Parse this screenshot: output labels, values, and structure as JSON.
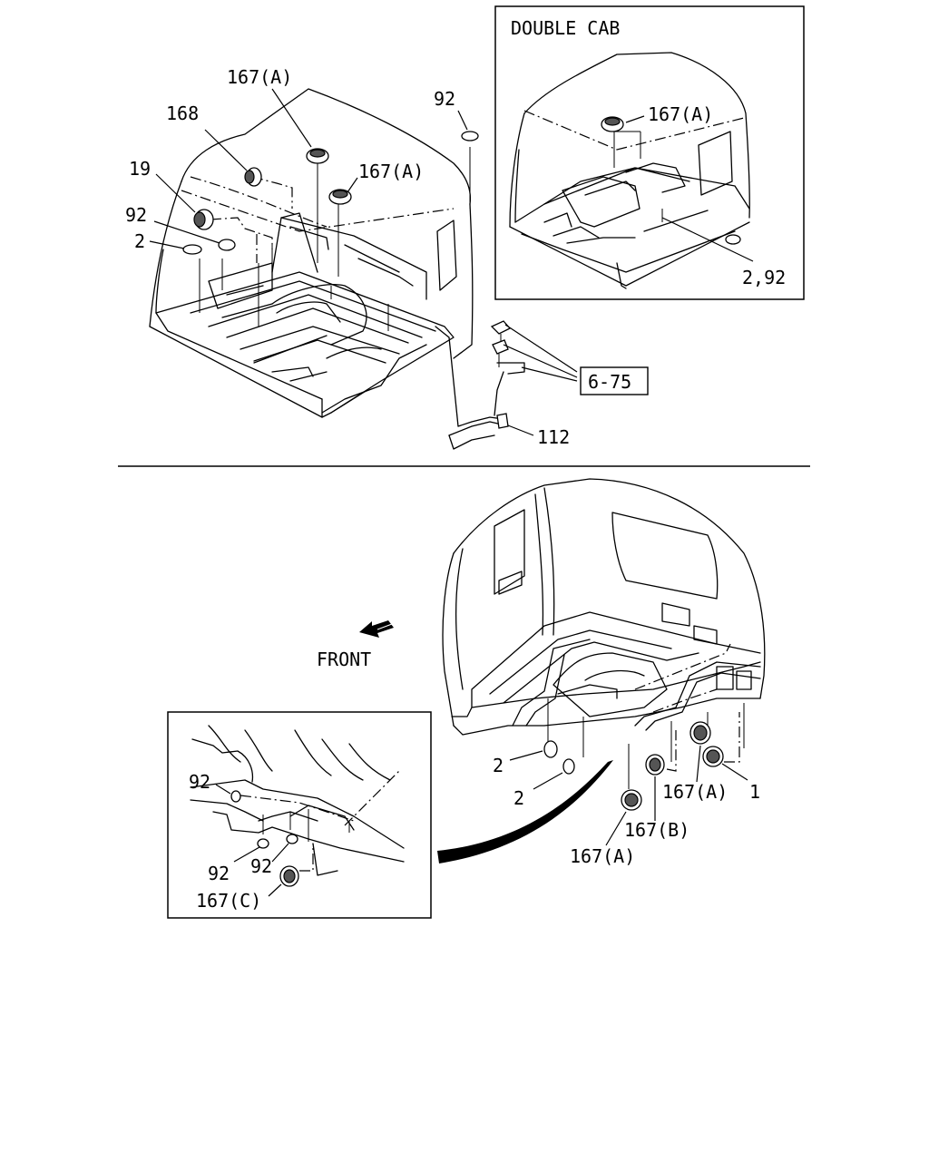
{
  "top_view": {
    "labels": {
      "p167a_1": "167(A)",
      "p168": "168",
      "p19": "19",
      "p92_1": "92",
      "p2_1": "2",
      "p92_top": "92",
      "p167a_2": "167(A)",
      "p112": "112"
    },
    "ref_box": "6-75"
  },
  "inset_double_cab": {
    "title": "DOUBLE CAB",
    "labels": {
      "p167a": "167(A)",
      "p2_92": "2,92"
    }
  },
  "bottom_view": {
    "front_label": "FRONT",
    "labels": {
      "p2_a": "2",
      "p2_b": "2",
      "p167a_r": "167(A)",
      "p1": "1",
      "p167b": "167(B)",
      "p167a_b": "167(A)"
    }
  },
  "inset_detail": {
    "labels": {
      "p92_a": "92",
      "p92_b": "92",
      "p92_c": "92",
      "p167c": "167(C)"
    }
  }
}
